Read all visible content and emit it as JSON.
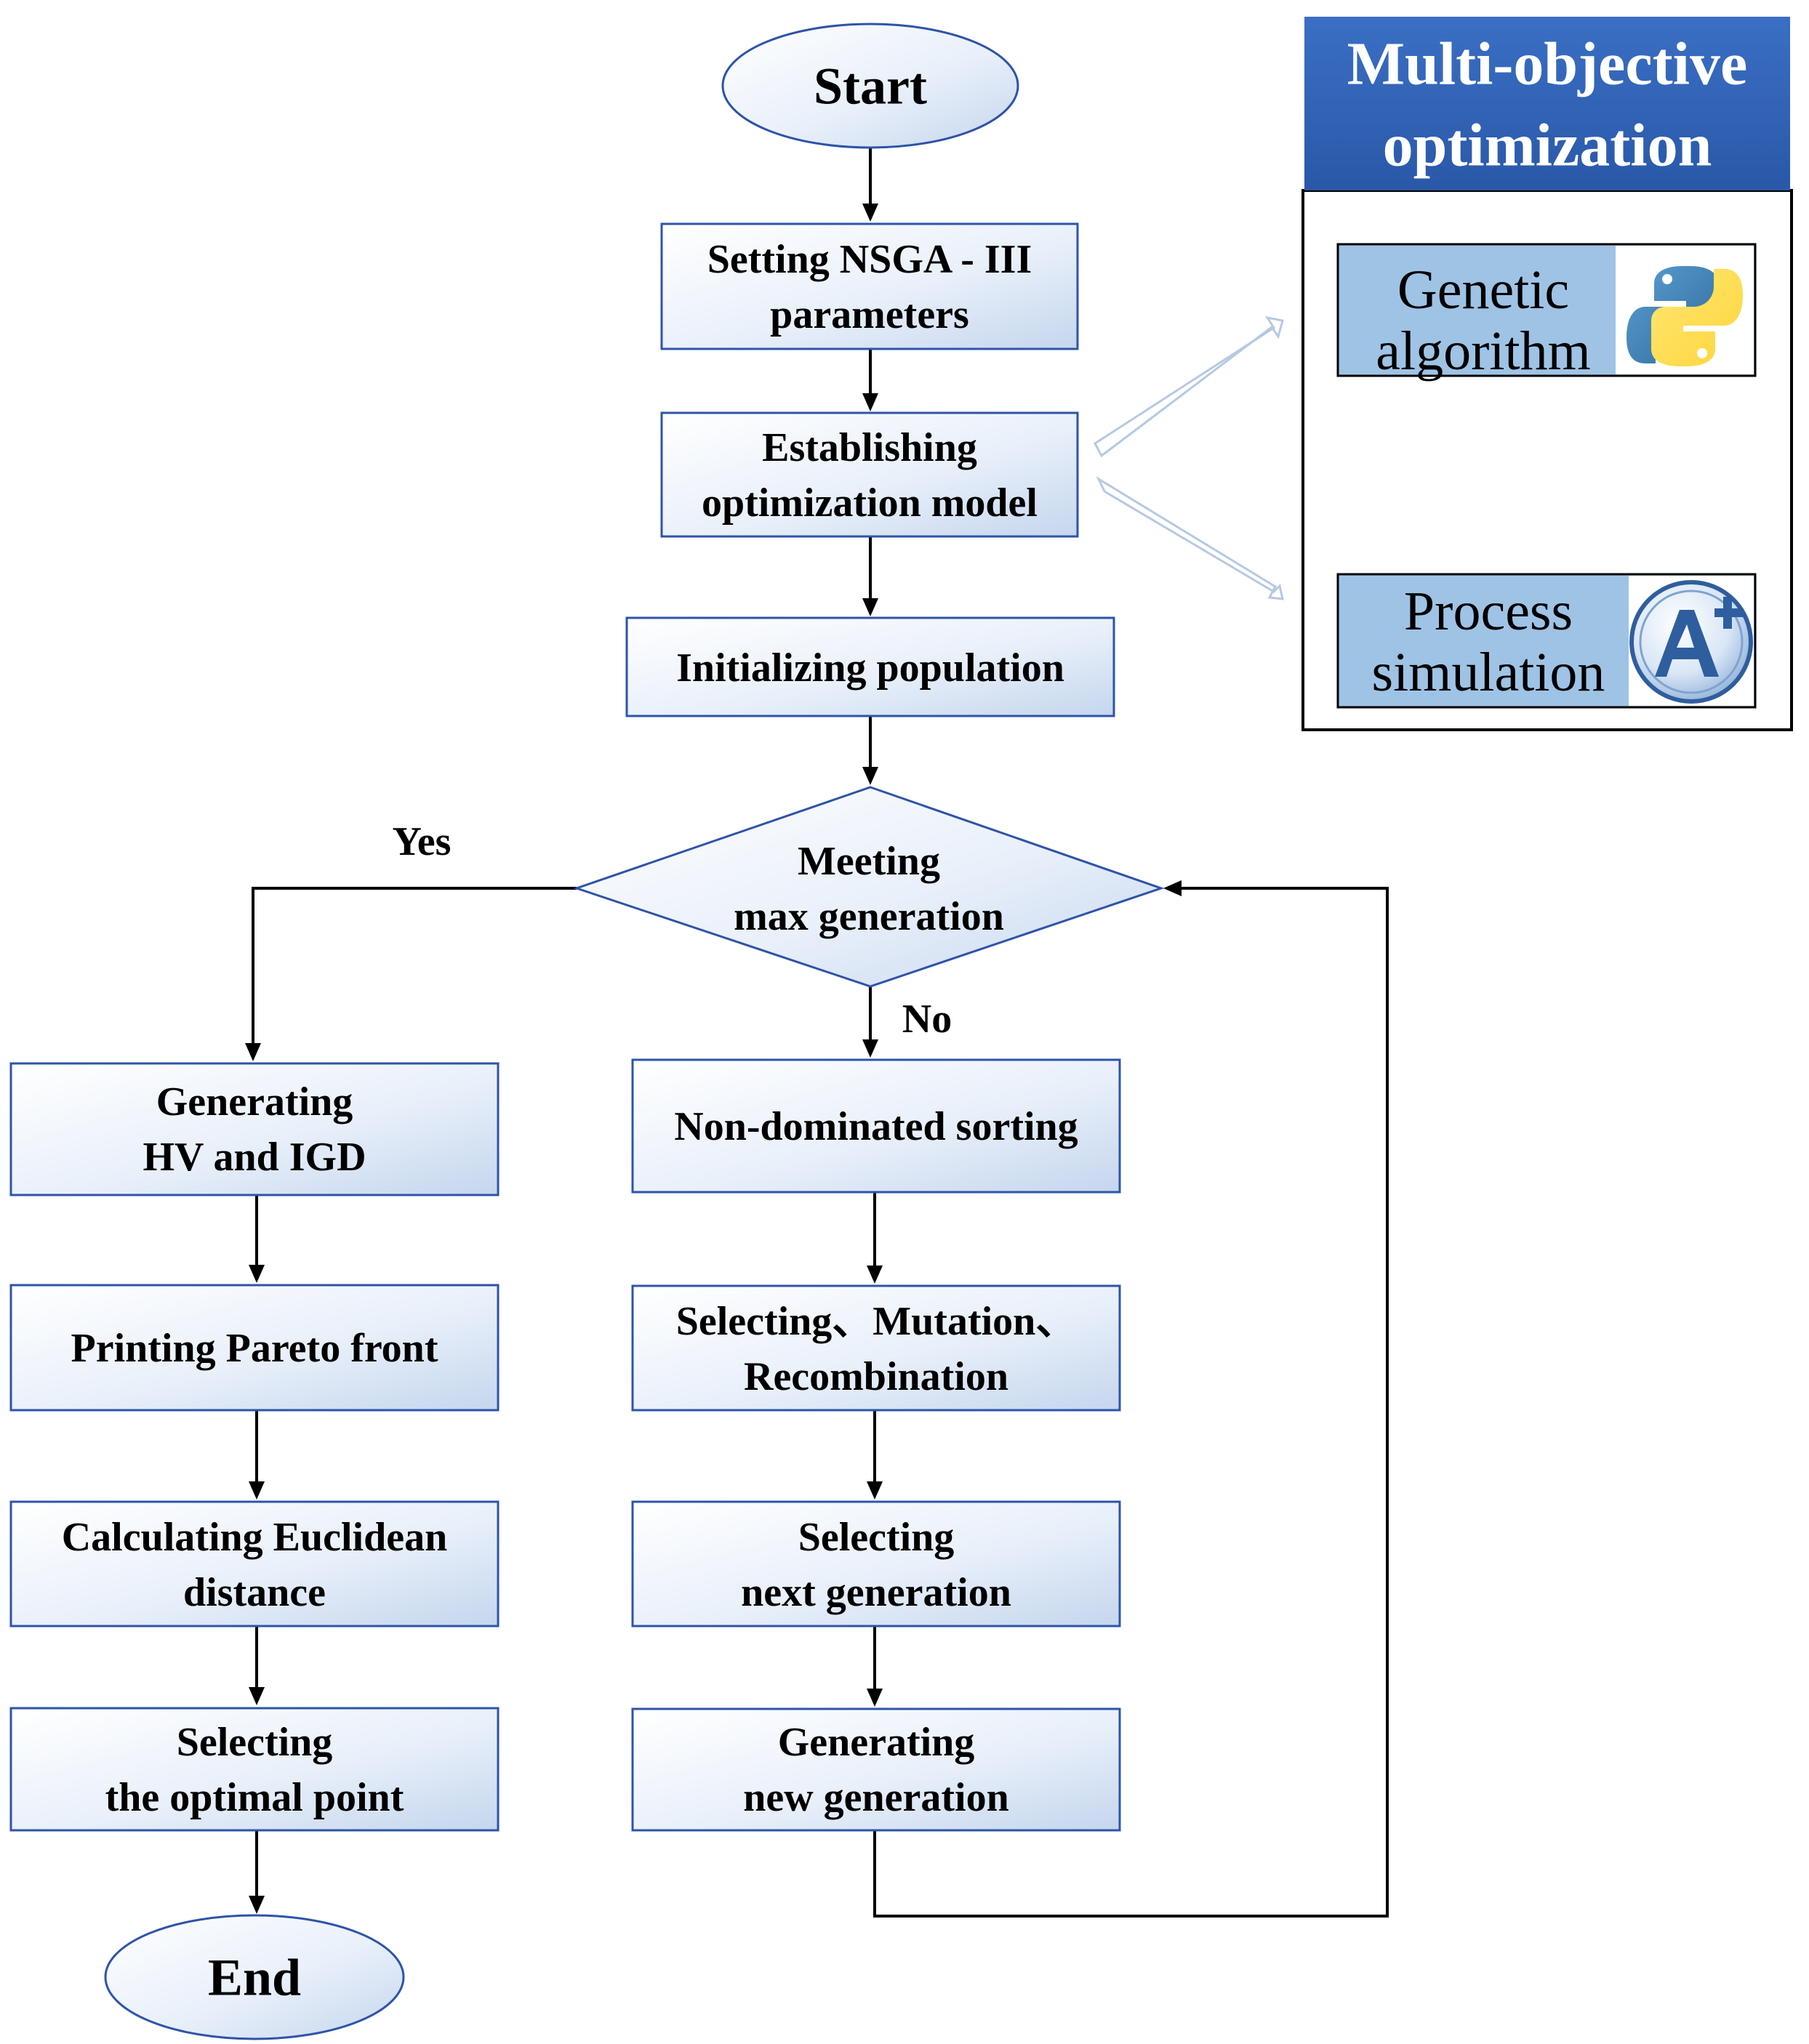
{
  "nodes": {
    "start": {
      "lines": [
        "Start"
      ]
    },
    "set_params": {
      "lines": [
        "Setting NSGA - III",
        "parameters"
      ]
    },
    "establish": {
      "lines": [
        "Establishing",
        "optimization model"
      ]
    },
    "init_pop": {
      "lines": [
        "Initializing population"
      ]
    },
    "decision": {
      "lines": [
        "Meeting",
        "max generation"
      ]
    },
    "gen_hv": {
      "lines": [
        "Generating",
        "HV and IGD"
      ]
    },
    "print_pareto": {
      "lines": [
        "Printing Pareto front"
      ]
    },
    "calc_euclid": {
      "lines": [
        "Calculating Euclidean",
        "distance"
      ]
    },
    "select_opt": {
      "lines": [
        "Selecting",
        "the optimal point"
      ]
    },
    "end": {
      "lines": [
        "End"
      ]
    },
    "nondominated": {
      "lines": [
        "Non-dominated sorting"
      ]
    },
    "sel_mut_rec": {
      "lines": [
        "Selecting、Mutation、",
        "Recombination"
      ]
    },
    "sel_next": {
      "lines": [
        "Selecting",
        "next generation"
      ]
    },
    "gen_new": {
      "lines": [
        "Generating",
        "new generation"
      ]
    }
  },
  "edge_labels": {
    "yes": "Yes",
    "no": "No"
  },
  "panel": {
    "title_lines": [
      "Multi-objective",
      "optimization"
    ],
    "genetic_lines": [
      "Genetic",
      "algorithm"
    ],
    "process_lines": [
      "Process",
      "simulation"
    ],
    "genetic_icon": "python-logo-icon",
    "process_icon": "aspen-plus-logo-icon"
  },
  "colors": {
    "box_border": "#2E54A8",
    "box_fill_light": "#FFFFFF",
    "box_fill_dark": "#C5D6EE",
    "panel_title_bg": "#2E63B9",
    "panel_item_bg": "#9FC3E5",
    "hollow_arrow": "#B5C9E3"
  }
}
